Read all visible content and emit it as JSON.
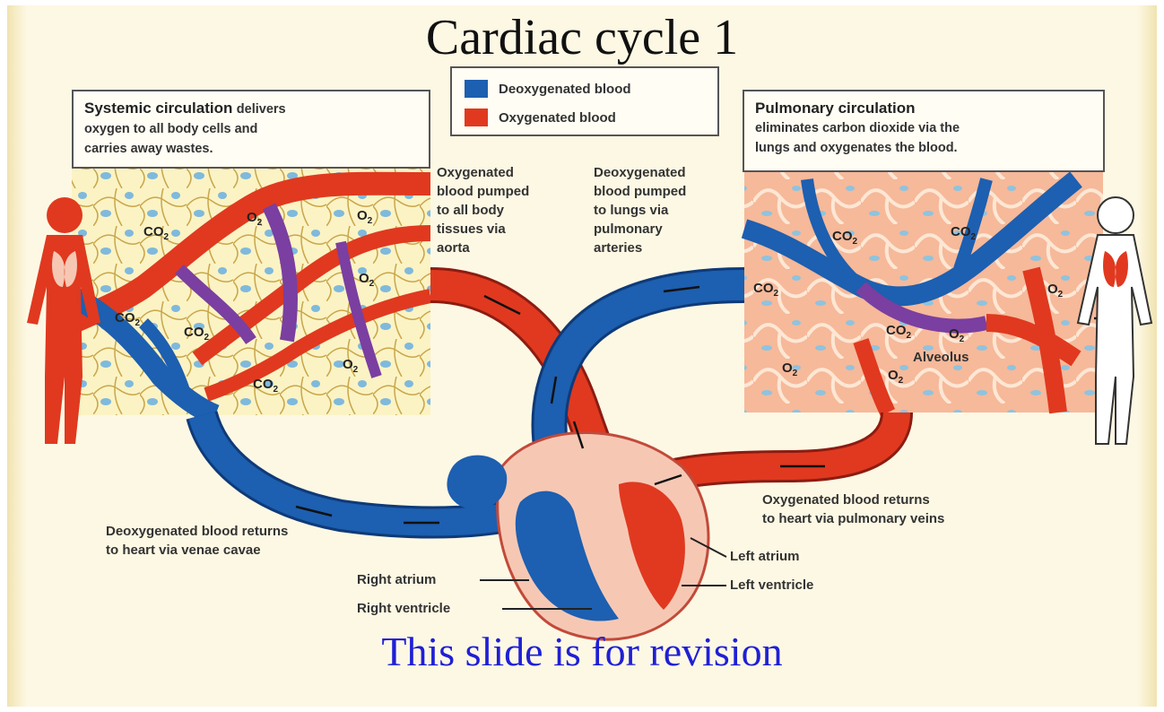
{
  "title": "Cardiac cycle 1",
  "footer": "This slide is for revision",
  "legend": {
    "deoxygenated": "Deoxygenated blood",
    "oxygenated": "Oxygenated blood",
    "deoxygenated_color": "#1d5fb0",
    "oxygenated_color": "#e0391f"
  },
  "systemic": {
    "title": "Systemic circulation",
    "text_1": "delivers",
    "text_2": "oxygen to all body cells and",
    "text_3": "carries away wastes."
  },
  "pulmonary": {
    "title": "Pulmonary circulation",
    "text_1": "eliminates carbon dioxide via the",
    "text_2": "lungs and oxygenates the blood."
  },
  "labels": {
    "aorta": [
      "Oxygenated",
      "blood pumped",
      "to all body",
      "tissues via",
      "aorta"
    ],
    "pulm_arteries": [
      "Deoxygenated",
      "blood pumped",
      "to lungs via",
      "pulmonary",
      "arteries"
    ],
    "venae_cavae": [
      "Deoxygenated blood returns",
      "to heart via venae cavae"
    ],
    "pulm_veins": [
      "Oxygenated blood returns",
      "to heart via pulmonary veins"
    ],
    "right_atrium": "Right atrium",
    "right_ventricle": "Right ventricle",
    "left_atrium": "Left atrium",
    "left_ventricle": "Left ventricle",
    "alveolus": "Alveolus"
  },
  "gases": {
    "o2_main": "O",
    "co2_main": "CO",
    "sub": "2"
  }
}
